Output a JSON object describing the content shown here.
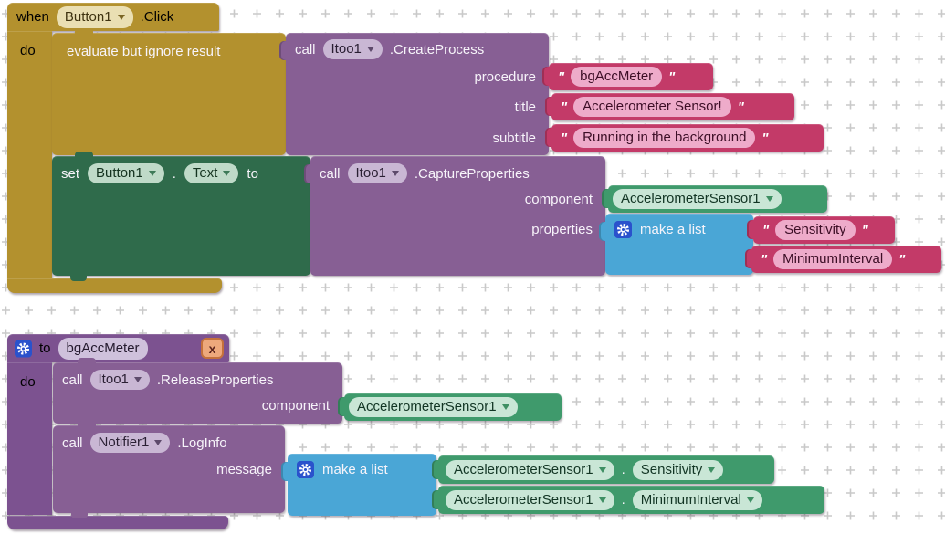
{
  "colors": {
    "event_gold": "#b3912e",
    "setter_green": "#2f6b4b",
    "method_purple": "#875f94",
    "procedure_purple": "#7c5290",
    "text_pink": "#c33a68",
    "text_pink_field": "#eeabca",
    "list_blue": "#4aa6d6",
    "component_green": "#3f9a6c",
    "component_green_field": "#c9e6d6",
    "gear_blue": "#2a52cc",
    "delete_orange": "#eda87c",
    "grid_cross": "#c9c9c9"
  },
  "g1": {
    "when_block": {
      "kw_when": "when",
      "component": "Button1",
      "event": ".Click",
      "kw_do": "do"
    },
    "evaluate_block": {
      "label": "evaluate but ignore result"
    },
    "create_process": {
      "kw_call": "call",
      "component": "Itoo1",
      "method": ".CreateProcess",
      "param_procedure": "procedure",
      "param_title": "title",
      "param_subtitle": "subtitle"
    },
    "text_procedure": {
      "q1": "\"",
      "value": "bgAccMeter",
      "q2": "\""
    },
    "text_title": {
      "q1": "\"",
      "value": "Accelerometer Sensor!",
      "q2": "\""
    },
    "text_subtitle": {
      "q1": "\"",
      "value": "Running in the background",
      "q2": "\""
    },
    "set_block": {
      "kw_set": "set",
      "component": "Button1",
      "dot": ".",
      "property": "Text",
      "kw_to": "to"
    },
    "capture_properties": {
      "kw_call": "call",
      "component": "Itoo1",
      "method": ".CaptureProperties",
      "param_component": "component",
      "param_properties": "properties"
    },
    "component_value": {
      "value": "AccelerometerSensor1"
    },
    "make_list": {
      "label": "make a list"
    },
    "item_sensitivity": {
      "q1": "\"",
      "value": "Sensitivity",
      "q2": "\""
    },
    "item_minimuminterval": {
      "q1": "\"",
      "value": "MinimumInterval",
      "q2": "\""
    }
  },
  "g2": {
    "procedure_block": {
      "kw_to": "to",
      "name": "bgAccMeter",
      "delete_label": "x",
      "kw_do": "do"
    },
    "release_properties": {
      "kw_call": "call",
      "component": "Itoo1",
      "method": ".ReleaseProperties",
      "param_component": "component"
    },
    "component_value": {
      "value": "AccelerometerSensor1"
    },
    "log_info": {
      "kw_call": "call",
      "component": "Notifier1",
      "method": ".LogInfo",
      "param_message": "message"
    },
    "make_list": {
      "label": "make a list"
    },
    "getter_sensitivity": {
      "component": "AccelerometerSensor1",
      "dot": ".",
      "property": "Sensitivity"
    },
    "getter_minimuminterval": {
      "component": "AccelerometerSensor1",
      "dot": ".",
      "property": "MinimumInterval"
    }
  }
}
